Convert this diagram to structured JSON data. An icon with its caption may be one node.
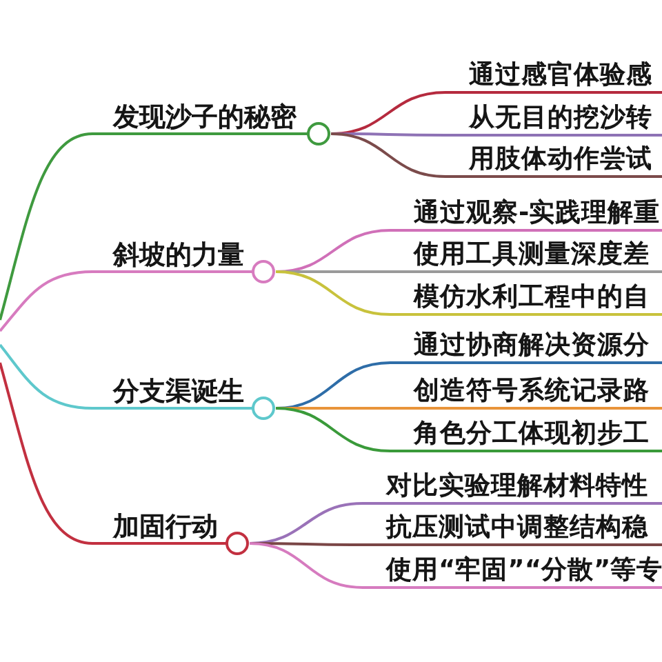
{
  "diagram": {
    "nodes": [
      {
        "text": [
          "发现沙子的秘密"
        ]
      },
      {
        "text": [
          "通过感官体验感"
        ]
      },
      {
        "text": [
          "从无目的挖沙转"
        ]
      },
      {
        "text": [
          "用肢体动作尝试"
        ]
      },
      {
        "text": [
          "斜坡的力量"
        ]
      },
      {
        "text": [
          "通过观察-实践理解重"
        ]
      },
      {
        "text": [
          "使用工具测量深度差"
        ]
      },
      {
        "text": [
          "模仿水利工程中的自"
        ]
      },
      {
        "text": [
          "分支渠诞生"
        ]
      },
      {
        "text": [
          "通过协商解决资源分"
        ]
      },
      {
        "text": [
          "创造符号系统记录路"
        ]
      },
      {
        "text": [
          "角色分工体现初步工"
        ]
      },
      {
        "text": [
          "加固行动"
        ]
      },
      {
        "text": [
          "对比实验理解材料特性"
        ]
      },
      {
        "text": [
          "抗压测试中调整结构稳"
        ]
      },
      {
        "text": [
          "使用“牢固”“分散”等专"
        ]
      }
    ],
    "edges": [
      {
        "from": null,
        "to": 0,
        "arrow": "none",
        "color": "#3f9a3f"
      },
      {
        "from": 0,
        "to": 1,
        "arrow": "none",
        "color": "#b52a3e"
      },
      {
        "from": 0,
        "to": 2,
        "arrow": "none",
        "color": "#8e72b5"
      },
      {
        "from": 0,
        "to": 3,
        "arrow": "none",
        "color": "#7b4b4b"
      },
      {
        "from": null,
        "to": 4,
        "arrow": "none",
        "color": "#d77bbf"
      },
      {
        "from": 4,
        "to": 5,
        "arrow": "none",
        "color": "#d070b8"
      },
      {
        "from": 4,
        "to": 6,
        "arrow": "none",
        "color": "#9a9a9a"
      },
      {
        "from": 4,
        "to": 7,
        "arrow": "none",
        "color": "#c8c23c"
      },
      {
        "from": null,
        "to": 8,
        "arrow": "none",
        "color": "#5ec8cc"
      },
      {
        "from": 8,
        "to": 9,
        "arrow": "none",
        "color": "#2e6da8"
      },
      {
        "from": 8,
        "to": 10,
        "arrow": "none",
        "color": "#e8943a"
      },
      {
        "from": 8,
        "to": 11,
        "arrow": "none",
        "color": "#3a9a3a"
      },
      {
        "from": null,
        "to": 12,
        "arrow": "none",
        "color": "#c23040"
      },
      {
        "from": 12,
        "to": 13,
        "arrow": "none",
        "color": "#9a72b8"
      },
      {
        "from": 12,
        "to": 14,
        "arrow": "none",
        "color": "#7a4646"
      },
      {
        "from": 12,
        "to": 15,
        "arrow": "none",
        "color": "#d67bbf"
      }
    ]
  }
}
